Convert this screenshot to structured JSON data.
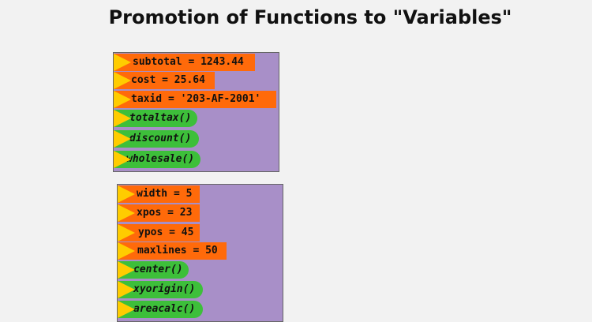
{
  "title": "Promotion of Functions to \"Variables\"",
  "colors": {
    "panel": "#a88fc8",
    "variable_block": "#ff6a0a",
    "function_block": "#3dbf3a",
    "connector_top": "#ffd400",
    "connector_bottom": "#ff8c00"
  },
  "panels": [
    {
      "items": [
        {
          "kind": "variable",
          "label": "subtotal = 1243.44"
        },
        {
          "kind": "variable",
          "label": "cost = 25.64"
        },
        {
          "kind": "variable",
          "label": "taxid = '203-AF-2001'"
        },
        {
          "kind": "function",
          "label": "totaltax()"
        },
        {
          "kind": "function",
          "label": "discount()"
        },
        {
          "kind": "function",
          "label": "wholesale()"
        }
      ]
    },
    {
      "items": [
        {
          "kind": "variable",
          "label": "width = 5"
        },
        {
          "kind": "variable",
          "label": "xpos = 23"
        },
        {
          "kind": "variable",
          "label": "ypos = 45"
        },
        {
          "kind": "variable",
          "label": "maxlines = 50"
        },
        {
          "kind": "function",
          "label": "center()"
        },
        {
          "kind": "function",
          "label": "xyorigin()"
        },
        {
          "kind": "function",
          "label": "areacalc()"
        }
      ]
    }
  ]
}
